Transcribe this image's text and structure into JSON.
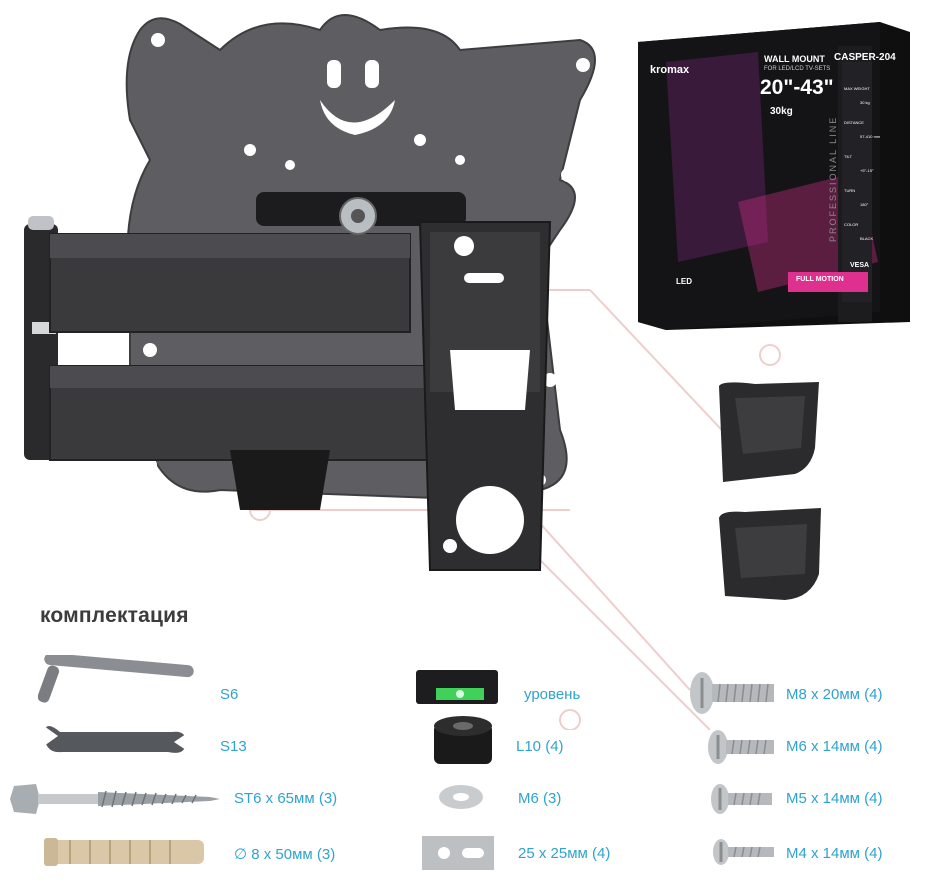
{
  "section_title": "комплектация",
  "box": {
    "brand": "kromax",
    "model": "CASPER-204",
    "heading": "WALL MOUNT",
    "subheading": "FOR LED/LCD TV-SETS",
    "size": "20\"-43\"",
    "max_weight": "30kg",
    "feature": "FULL MOTION",
    "vesa": "VESA",
    "led": "LED",
    "spec_labels": [
      "MAX WEIGHT",
      "DISTANCE",
      "TILT",
      "TURN",
      "COLOR"
    ],
    "spec_values": [
      "30 kg",
      "57-410 mm",
      "+5°-15°",
      "180°",
      "BLACK"
    ],
    "side_text": "PROFESSIONAL LINE"
  },
  "items": [
    {
      "id": "hex-key",
      "label": "S6"
    },
    {
      "id": "wrench",
      "label": "S13"
    },
    {
      "id": "lag-screw",
      "label": "ST6 x 65мм (3)"
    },
    {
      "id": "wall-anchor",
      "label": "∅ 8 x 50мм (3)"
    },
    {
      "id": "spirit-level",
      "label": "уровень"
    },
    {
      "id": "spacer",
      "label": "L10 (4)"
    },
    {
      "id": "washer",
      "label": "M6 (3)"
    },
    {
      "id": "plate",
      "label": "25 x 25мм (4)"
    },
    {
      "id": "bolt-m8",
      "label": "M8 x 20мм (4)"
    },
    {
      "id": "bolt-m6",
      "label": "M6 x 14мм (4)"
    },
    {
      "id": "bolt-m5",
      "label": "M5 x 14мм (4)"
    },
    {
      "id": "bolt-m4",
      "label": "M4 x 14мм (4)"
    }
  ],
  "colors": {
    "label_blue": "#2fa3cf",
    "metal_dark": "#3a3a3c",
    "box_pink": "#e0308f"
  }
}
